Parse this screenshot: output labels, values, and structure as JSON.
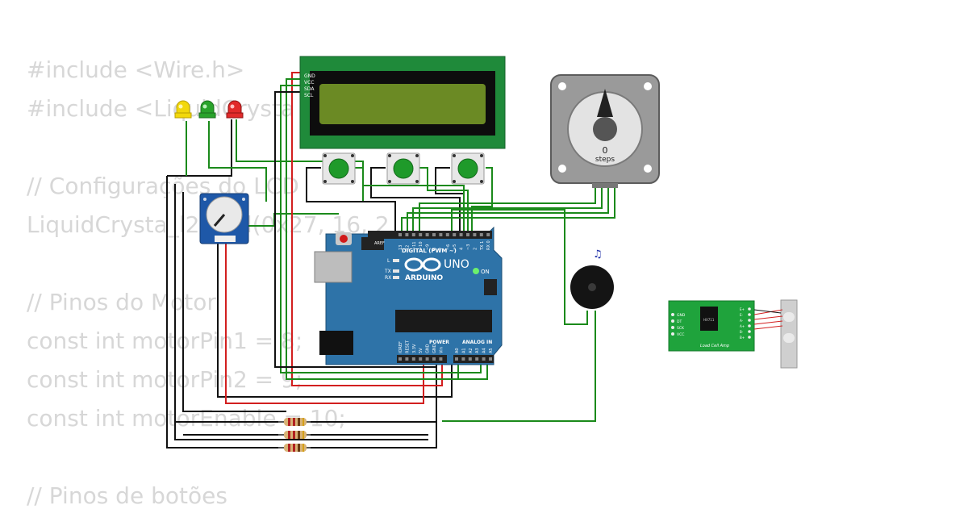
{
  "code_lines": [
    "#include <Wire.h>",
    "#include <LiquidCrysta",
    "",
    "// Configurações do LCD",
    "LiquidCrysta_l2c lcd(0x27, 16, 2",
    "",
    "// Pinos do Motor",
    "const int motorPin1 = 8;",
    "const int motorPin2 = 9;",
    "const int motorEnable = 10;",
    "",
    "// Pinos de botões"
  ],
  "lcd": {
    "pins": [
      "GND",
      "VCC",
      "SDA",
      "SCL"
    ]
  },
  "stepper": {
    "value": "0",
    "unit": "steps"
  },
  "arduino": {
    "logo": "ARDUINO",
    "model": "UNO",
    "digital_header": "DIGITAL (PWM ~)",
    "analog_header": "ANALOG IN",
    "power_header": "POWER",
    "on_label": "ON",
    "l_label": "L",
    "tx_label": "TX",
    "rx_label": "RX",
    "aref_label": "AREF",
    "gnd_label": "GND",
    "digital_pins": [
      "13",
      "12",
      "~11",
      "~10",
      "~9",
      "8",
      "7",
      "~6",
      "~5",
      "4",
      "~3",
      "2",
      "TX 1",
      "RX 0"
    ],
    "power_pins": [
      "IOREF",
      "RESET",
      "3.3V",
      "5V",
      "GND",
      "GND",
      "Vin"
    ],
    "analog_pins": [
      "A0",
      "A1",
      "A2",
      "A3",
      "A4",
      "A5"
    ]
  },
  "hx711": {
    "chip": "HX711",
    "caption": "Load Cell Amp",
    "pins": [
      "GND",
      "DT",
      "SCK",
      "VCC"
    ],
    "pins_right": [
      "E+",
      "E-",
      "A-",
      "A+",
      "B-",
      "B+"
    ]
  },
  "buzzer": {
    "note_icon": "♫"
  },
  "colors": {
    "wire_green": "#1b8a1b",
    "wire_red": "#d21f1f",
    "wire_black": "#111111",
    "board_blue": "#2e73a8",
    "lcd_green": "#1f8a3a"
  }
}
